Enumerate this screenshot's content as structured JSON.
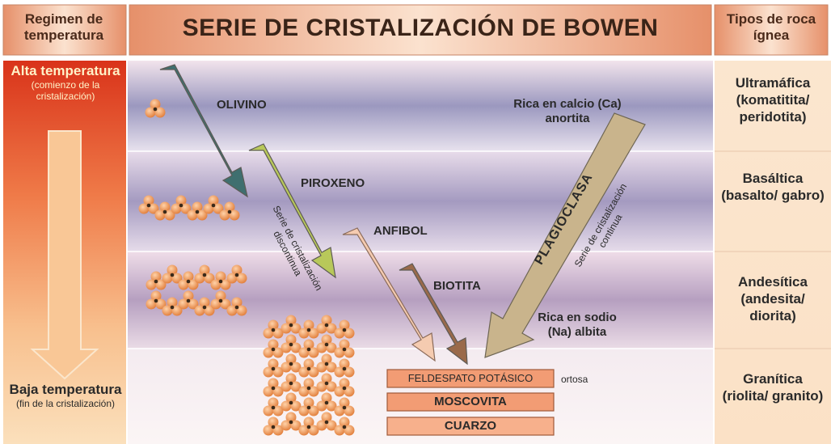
{
  "header": {
    "left_title": "Regimen de temperatura",
    "title": "SERIE DE CRISTALIZACIÓN DE BOWEN",
    "right_title": "Tipos de roca ígnea"
  },
  "temperature": {
    "high_label": "Alta temperatura",
    "high_note": "(comienzo de la cristalización)",
    "low_label": "Baja temperatura",
    "low_note": "(fin de la cristalización)"
  },
  "rock_types": [
    {
      "name": "Ultramáfica",
      "examples": "(komatitita/ peridotita)"
    },
    {
      "name": "Basáltica",
      "examples": "(basalto/ gabro)"
    },
    {
      "name": "Andesítica",
      "examples": "(andesita/ diorita)"
    },
    {
      "name": "Granítica",
      "examples": "(riolita/ granito)"
    }
  ],
  "discontinuous_series": {
    "label": "Serie de cristalización discontinua",
    "minerals": [
      "OLIVINO",
      "PIROXENO",
      "ANFIBOL",
      "BIOTITA"
    ]
  },
  "continuous_series": {
    "mineral": "PLAGIOCLASA",
    "label": "Serie de cristalización continua",
    "calcium_end": "Rica en calcio (Ca) anortita",
    "sodium_end": "Rica en sodio (Na) albita"
  },
  "final_minerals": [
    {
      "name": "FELDESPATO POTÁSICO",
      "note": "ortosa"
    },
    {
      "name": "MOSCOVITA"
    },
    {
      "name": "CUARZO"
    }
  ],
  "colors": {
    "olivino": "#3f6f6f",
    "piroxeno": "#b8c85a",
    "anfibol": "#f3c6aa",
    "biotita": "#9a6a4a",
    "plagioclasa": "#c9b48c",
    "hot": "#e0401e",
    "cold": "#fad6a8",
    "mineral_box": "#f29c74"
  }
}
